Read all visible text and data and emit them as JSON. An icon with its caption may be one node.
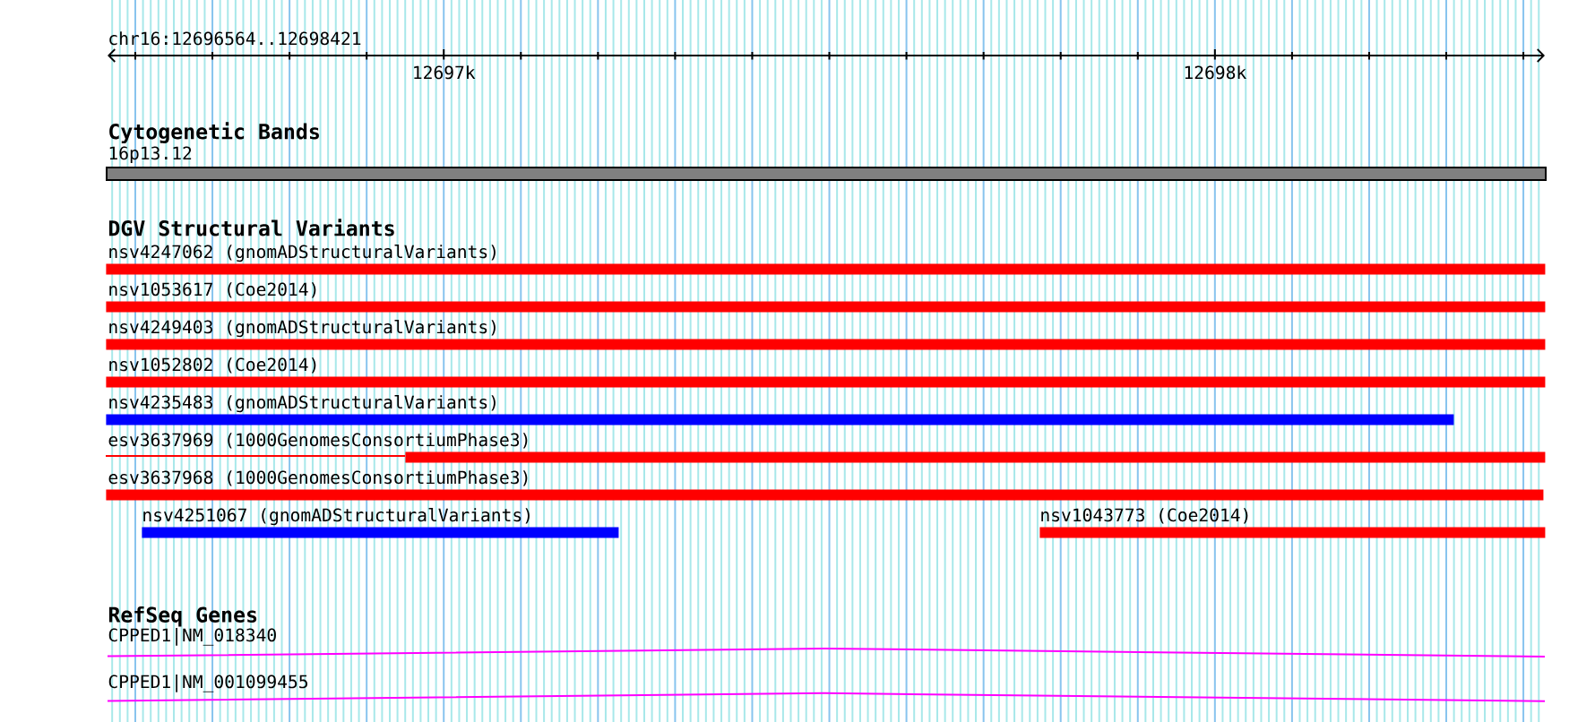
{
  "diagram": {
    "nodes": [
      {
        "text": [
          "16p13.12"
        ]
      },
      {
        "text": [
          "nsv4247062 (gnomADStructuralVariants)"
        ]
      },
      {
        "text": [
          "nsv1053617 (Coe2014)"
        ]
      },
      {
        "text": [
          "nsv4249403 (gnomADStructuralVariants)"
        ]
      },
      {
        "text": [
          "nsv1052802 (Coe2014)"
        ]
      },
      {
        "text": [
          "nsv4235483 (gnomADStructuralVariants)"
        ]
      },
      {
        "text": [
          "esv3637969 (1000GenomesConsortiumPhase3)"
        ]
      },
      {
        "text": [
          "esv3637968 (1000GenomesConsortiumPhase3)"
        ]
      },
      {
        "text": [
          "nsv4251067 (gnomADStructuralVariants)"
        ]
      },
      {
        "text": [
          "nsv1043773 (Coe2014)"
        ]
      },
      {
        "text": [
          "CPPED1|NM_018340"
        ]
      },
      {
        "text": [
          "CPPED1|NM_001099455"
        ]
      }
    ],
    "labels": [
      "chr16:12696564..12698421",
      "12697k",
      "12698k",
      "Cytogenetic Bands",
      "DGV Structural Variants",
      "RefSeq Genes"
    ]
  }
}
